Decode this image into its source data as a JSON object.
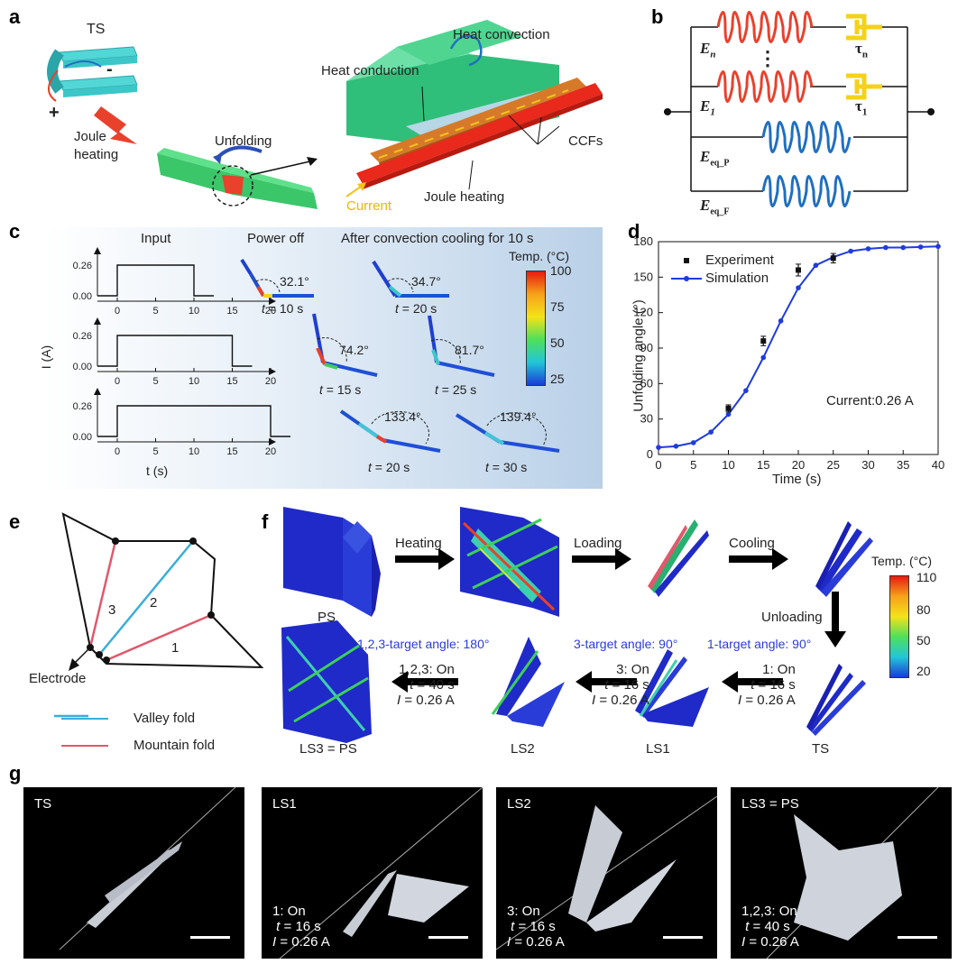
{
  "panel_labels": {
    "a": "a",
    "b": "b",
    "c": "c",
    "d": "d",
    "e": "e",
    "f": "f",
    "g": "g"
  },
  "panel_a": {
    "ts": "TS",
    "minus": "-",
    "plus": "+",
    "joule_heating_left": "Joule heating",
    "unfolding": "Unfolding",
    "heat_convection": "Heat convection",
    "heat_conduction": "Heat conduction",
    "ccfs": "CCFs",
    "current": "Current",
    "joule_heating_right": "Joule heating"
  },
  "panel_b": {
    "en": "E",
    "en_sub": "n",
    "tau_n": "τ",
    "tau_n_sub": "n",
    "dots": "⋮",
    "e1": "E",
    "e1_sub": "1",
    "tau_1": "τ",
    "tau_1_sub": "1",
    "eqp": "E",
    "eqp_sub": "eq_P",
    "eqf": "E",
    "eqf_sub": "eq_F"
  },
  "panel_c": {
    "col_input": "Input",
    "col_power_off": "Power off",
    "col_after": "After convection cooling for 10 s",
    "ylabel": "I (A)",
    "xlabel": "t (s)",
    "ytick_hi": "0.26",
    "ytick_lo": "0.00",
    "xticks": [
      "0",
      "5",
      "10",
      "15",
      "20"
    ],
    "inputs": [
      {
        "end": 10
      },
      {
        "end": 15
      },
      {
        "end": 20
      }
    ],
    "power_off": [
      {
        "angle": "32.1°",
        "t": "t",
        "eq": " = 10 s"
      },
      {
        "angle": "74.2°",
        "t": "t",
        "eq": " = 15 s"
      },
      {
        "angle": "133.4°",
        "t": "t",
        "eq": " = 20 s"
      }
    ],
    "after": [
      {
        "angle": "34.7°",
        "t": "t",
        "eq": " = 20 s"
      },
      {
        "angle": "81.7°",
        "t": "t",
        "eq": " = 25 s"
      },
      {
        "angle": "139.4°",
        "t": "t",
        "eq": " = 30 s"
      }
    ],
    "colorbar_title": "Temp. (°C)",
    "colorbar_ticks": [
      "100",
      "75",
      "50",
      "25"
    ]
  },
  "chart_data": {
    "type": "line",
    "xlabel": "Time (s)",
    "ylabel": "Unfolding angle (°)",
    "xlim": [
      0,
      40
    ],
    "ylim": [
      0,
      180
    ],
    "xticks": [
      0,
      5,
      10,
      15,
      20,
      25,
      30,
      35,
      40
    ],
    "yticks": [
      0,
      30,
      60,
      90,
      120,
      150,
      180
    ],
    "annotation": "Current:0.26 A",
    "legend_position": "top-left",
    "series": [
      {
        "name": "Experiment",
        "type": "scatter",
        "x": [
          10,
          15,
          20,
          25
        ],
        "y": [
          39,
          96,
          156,
          166
        ],
        "err": [
          3,
          4,
          5,
          4
        ]
      },
      {
        "name": "Simulation",
        "type": "line",
        "x": [
          0,
          2.5,
          5,
          7.5,
          10,
          12.5,
          15,
          17.5,
          20,
          22.5,
          25,
          27.5,
          30,
          32.5,
          35,
          37.5,
          40
        ],
        "y": [
          6,
          7,
          10,
          19,
          34,
          54,
          82,
          113,
          141,
          160,
          167,
          172,
          174,
          175,
          175,
          175.5,
          176
        ]
      }
    ]
  },
  "panel_e": {
    "n1": "1",
    "n2": "2",
    "n3": "3",
    "electrode": "Electrode",
    "valley": "Valley fold",
    "mountain": "Mountain fold"
  },
  "panel_f": {
    "heating": "Heating",
    "loading": "Loading",
    "cooling": "Cooling",
    "unloading": "Unloading",
    "ps": "PS",
    "target3": "1,2,3-target angle: 180°",
    "target2": "3-target angle: 90°",
    "target1": "1-target angle: 90°",
    "step3": {
      "on": "1,2,3: On",
      "t": "t",
      "t_val": " = 40 s",
      "i": "I",
      "i_val": " = 0.26 A"
    },
    "step2": {
      "on": "3: On",
      "t": "t",
      "t_val": " = 16 s",
      "i": "I",
      "i_val": " = 0.26 A"
    },
    "step1": {
      "on": "1: On",
      "t": "t",
      "t_val": " = 16 s",
      "i": "I",
      "i_val": " = 0.26 A"
    },
    "ls3": "LS3 = PS",
    "ls2": "LS2",
    "ls1": "LS1",
    "ts": "TS",
    "colorbar_title": "Temp. (°C)",
    "colorbar_ticks": [
      "110",
      "80",
      "50",
      "20"
    ]
  },
  "panel_g": {
    "photos": [
      {
        "label": "TS",
        "on": "",
        "t": "",
        "t_val": "",
        "i": "",
        "i_val": ""
      },
      {
        "label": "LS1",
        "on": "1: On",
        "t": "t",
        "t_val": " = 16 s",
        "i": "I",
        "i_val": " = 0.26 A"
      },
      {
        "label": "LS2",
        "on": "3: On",
        "t": "t",
        "t_val": " = 16 s",
        "i": "I",
        "i_val": " = 0.26 A"
      },
      {
        "label": "LS3 = PS",
        "on": "1,2,3: On",
        "t": "t",
        "t_val": " = 40 s",
        "i": "I",
        "i_val": " = 0.26 A"
      }
    ]
  },
  "colors": {
    "red": "#e8412c",
    "blue": "#1f6fc0",
    "yellow": "#f4d21a",
    "cyan": "#3cc6c8",
    "valley": "#3aaed8",
    "mountain": "#e0596b",
    "plot_blue": "#1e3be0"
  }
}
